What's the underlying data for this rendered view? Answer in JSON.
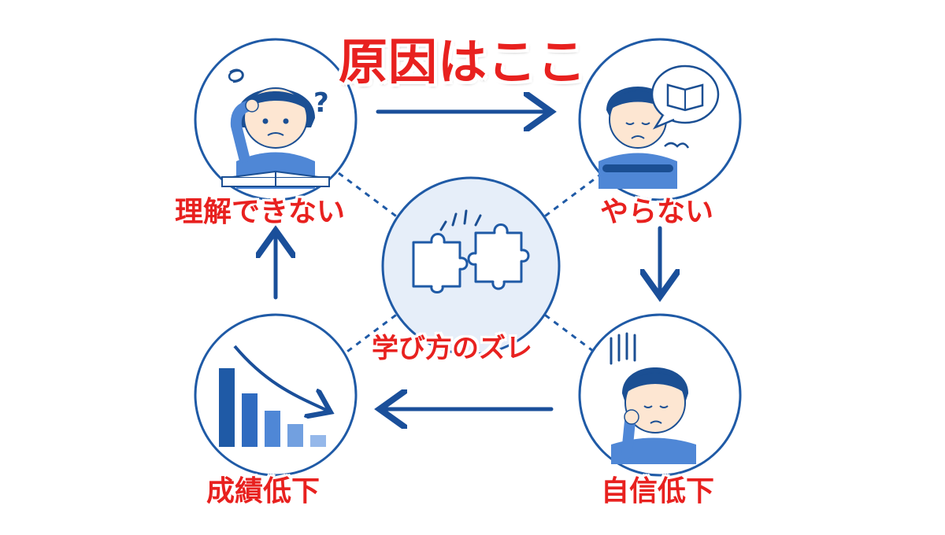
{
  "title": "原因はここ",
  "nodes": {
    "top_left": "理解できない",
    "top_right": "やらない",
    "center": "学び方のズレ",
    "bottom_left": "成績低下",
    "bottom_right": "自信低下"
  },
  "colors": {
    "circle_stroke": "#1f5aa6",
    "arrow": "#1a4f9a",
    "label_text": "#e8211f",
    "center_fill": "#e6eef9",
    "skin": "#fde6d2",
    "hair": "#1b4f93",
    "shirt": "#4f87d6"
  },
  "icons": {
    "top_left": "confused-boy-studying-icon",
    "top_right": "sulking-boy-book-icon",
    "center": "puzzle-pieces-icon",
    "bottom_left": "declining-bar-chart-icon",
    "bottom_right": "dejected-boy-icon"
  },
  "chart_bars": [
    1.0,
    0.68,
    0.46,
    0.29,
    0.15
  ],
  "cycle": [
    "top_left",
    "top_right",
    "bottom_right",
    "bottom_left",
    "top_left"
  ]
}
